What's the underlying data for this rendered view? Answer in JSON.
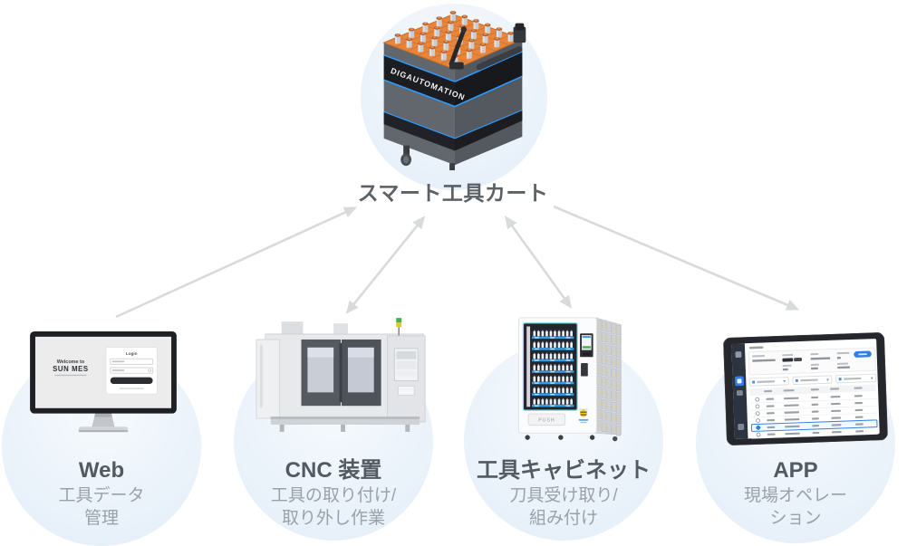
{
  "hub": {
    "label": "スマート工具カート",
    "brand": "DIGAUTOMATION"
  },
  "nodes": {
    "web": {
      "title": "Web",
      "desc1": "工具データ",
      "desc2": "管理",
      "screen": {
        "welcome1": "Welcome to",
        "welcome2": "SUN MES",
        "login": "Login"
      }
    },
    "cnc": {
      "title": "CNC 装置",
      "desc1": "工具の取り付け/",
      "desc2": "取り外し作業"
    },
    "cabinet": {
      "title": "工具キャビネット",
      "desc1": "刀具受け取り/",
      "desc2": "組み付け",
      "push": "PUSH"
    },
    "app": {
      "title": "APP",
      "desc1": "現場オペレー",
      "desc2": "ション"
    }
  },
  "connections": [
    {
      "from": "web",
      "to": "hub",
      "bidirectional": false
    },
    {
      "from": "cnc",
      "to": "hub",
      "bidirectional": true
    },
    {
      "from": "cabinet",
      "to": "hub",
      "bidirectional": true
    },
    {
      "from": "hub",
      "to": "app",
      "bidirectional": false
    }
  ],
  "colors": {
    "accent_blue": "#2f9bff",
    "app_blue": "#2f7fe8",
    "cart_orange": "#ef8a3a",
    "circle_fill": "#eaf2fa",
    "arrow_gray": "#d8dadb",
    "title_gray": "#535a61",
    "subtitle_gray": "#9aa1a8"
  }
}
